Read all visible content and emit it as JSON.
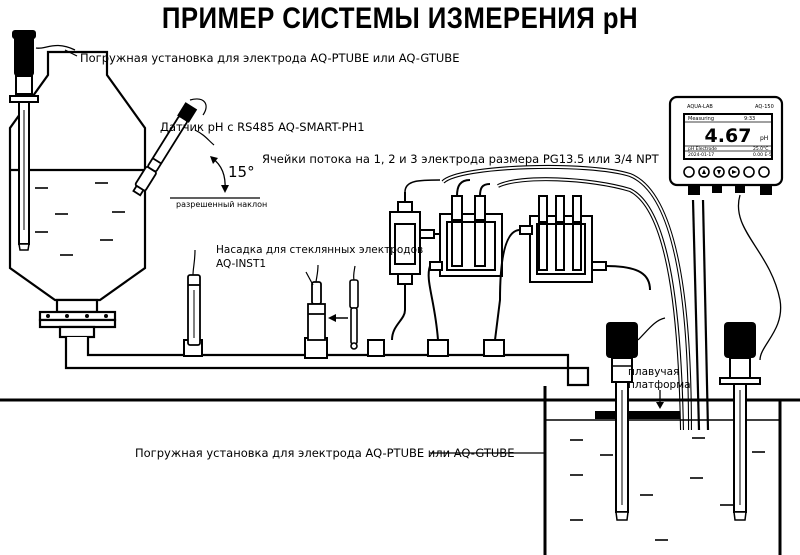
{
  "title": "ПРИМЕР СИСТЕМЫ ИЗМЕРЕНИЯ pH",
  "labels": {
    "tank_immersion": "Погружная установка для электрода AQ-PTUBE или AQ-GTUBE",
    "sensor": "Датчик pH с RS485 AQ-SMART-PH1",
    "angle": "15°",
    "allowed_tilt": "разрешенный наклон",
    "flow_cells": "Ячейки потока на 1, 2 и 3 электрода размера PG13.5 или 3/4 NPT",
    "inst_line1": "Насадка для стеклянных электродов",
    "inst_line2": "AQ-INST1",
    "floating_line1": "плавучая",
    "floating_line2": "платформа",
    "pool_immersion": "Погружная установка для электрода AQ-PTUBE или AQ-GTUBE"
  },
  "controller": {
    "brand": "AQUA-LAB",
    "model": "AQ-150",
    "mode": "Measuring",
    "time": "9:33",
    "value": "4.67",
    "unit": "pH",
    "channel": "pH Electrode",
    "temperature": "25.0°C",
    "date": "2024-01-17",
    "status": "0.00 E-5"
  }
}
